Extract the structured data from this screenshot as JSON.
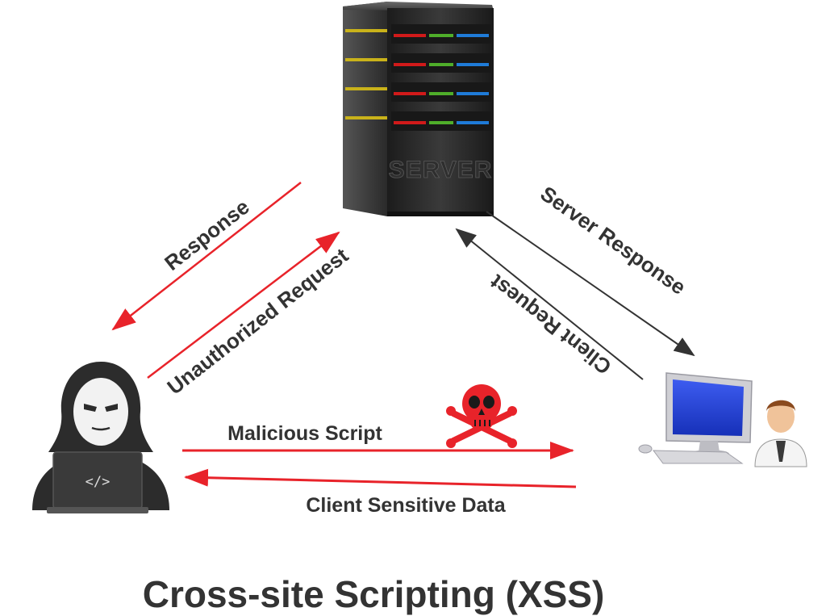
{
  "diagram": {
    "title": "Cross-site Scripting (XSS)",
    "nodes": {
      "server": {
        "label": "SERVER"
      },
      "attacker": {
        "laptop_code": "</>"
      },
      "client": {}
    },
    "edges": {
      "response": {
        "label": "Response",
        "from": "server",
        "to": "attacker"
      },
      "unauthorized_request": {
        "label": "Unauthorized Request",
        "from": "attacker",
        "to": "server"
      },
      "server_response": {
        "label": "Server Response",
        "from": "server",
        "to": "client"
      },
      "client_request": {
        "label": "Client Request",
        "from": "client",
        "to": "server"
      },
      "malicious_script": {
        "label": "Malicious Script",
        "from": "attacker",
        "to": "client"
      },
      "client_sensitive_data": {
        "label": "Client Sensitive Data",
        "from": "client",
        "to": "attacker"
      }
    },
    "colors": {
      "attack_arrow": "#e8232a",
      "normal_arrow": "#333333",
      "text": "#333333",
      "skull": "#e8232a",
      "server_body": "#2b2b2b",
      "monitor_screen": "#1f3fd6"
    },
    "icons": [
      "server-icon",
      "hacker-icon",
      "client-computer-icon",
      "user-icon",
      "skull-crossbones-icon"
    ]
  }
}
